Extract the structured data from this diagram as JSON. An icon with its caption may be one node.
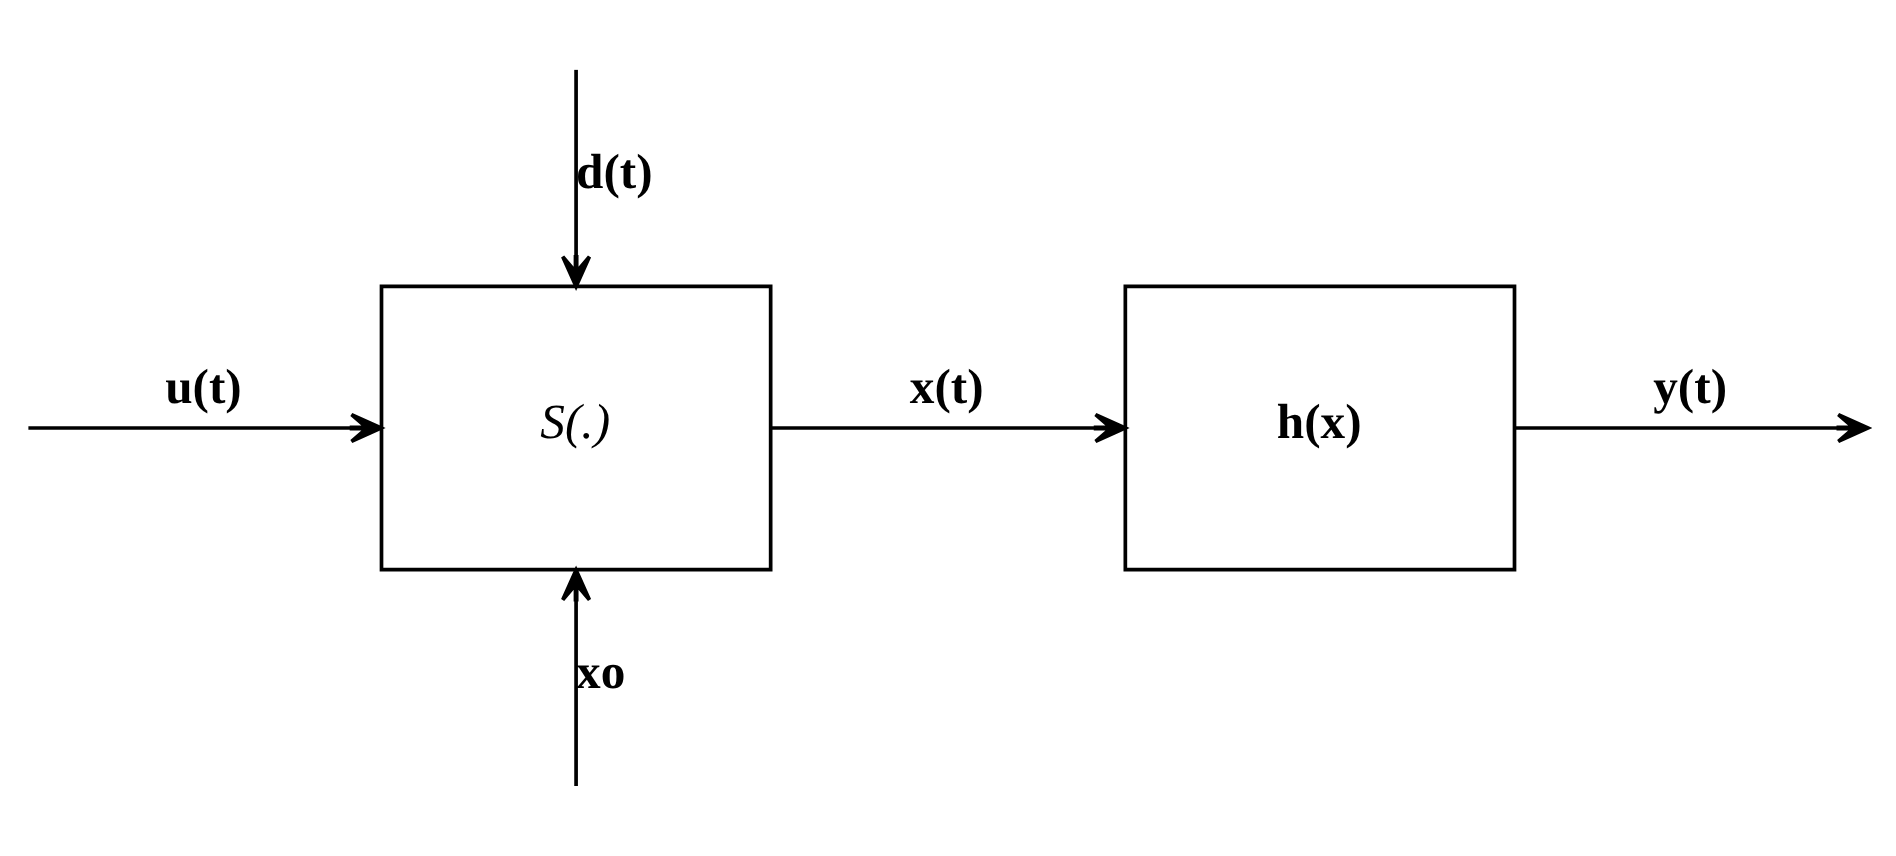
{
  "diagram": {
    "nodes": [
      {
        "text": [
          "S(.)"
        ]
      },
      {
        "text": [
          "h(x)"
        ]
      }
    ],
    "edges": [
      {
        "from": null,
        "to": 0,
        "arrow": "to",
        "label": "u(t)"
      },
      {
        "from": null,
        "to": 0,
        "arrow": "to",
        "label": "d(t)"
      },
      {
        "from": null,
        "to": 0,
        "arrow": "to",
        "label": "xo"
      },
      {
        "from": 0,
        "to": 1,
        "arrow": "to",
        "label": "x(t)"
      },
      {
        "from": 1,
        "to": null,
        "arrow": "to",
        "label": "y(t)"
      }
    ]
  }
}
